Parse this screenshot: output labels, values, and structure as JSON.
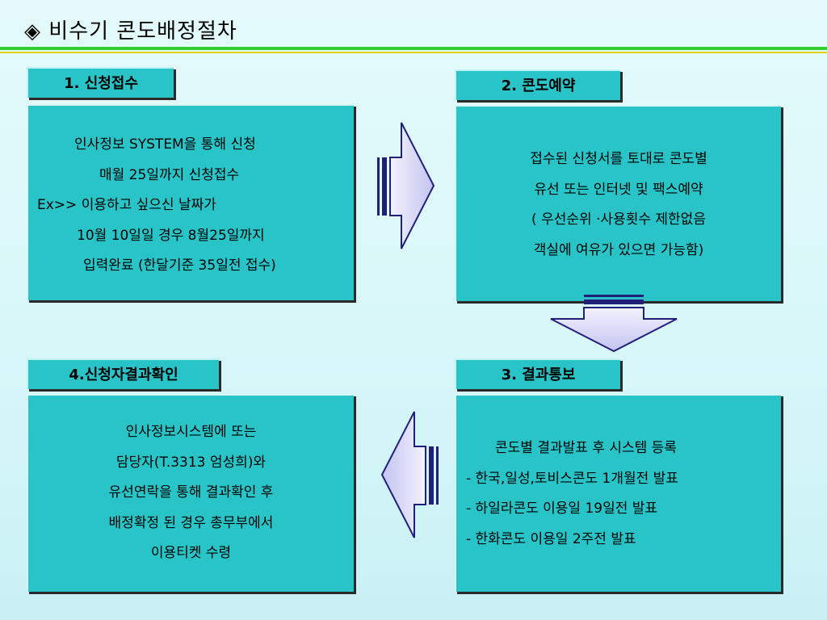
{
  "slide": {
    "title": "◈ 비수기 콘도배정절차"
  },
  "steps": [
    {
      "label": "1. 신청접수",
      "lines": [
        "인사정보 SYSTEM을 통해 신청",
        "매월 25일까지 신청접수",
        "Ex>> 이용하고 싶으신 날짜가",
        "10월 10일일 경우 8월25일까지",
        "입력완료 (한달기준 35일전 접수)"
      ]
    },
    {
      "label": "2. 콘도예약",
      "lines": [
        "접수된 신청서를 토대로 콘도별",
        "유선 또는 인터넷 및 팩스예약",
        "( 우선순위 ·사용횟수 제한없음",
        "객실에 여유가 있으면 가능함)"
      ]
    },
    {
      "label": "3. 결과통보",
      "lines": [
        "콘도별  결과발표 후 시스템 등록",
        "- 한국,일성,토비스콘도 1개월전 발표",
        "- 하일라콘도 이용일 19일전 발표",
        "- 한화콘도 이용일 2주전 발표"
      ]
    },
    {
      "label": "4.신청자결과확인",
      "lines": [
        "인사정보시스템에 또는",
        "담당자(T.3313 엄성희)와",
        "유선연락을 통해 결과확인 후",
        "배정확정 된 경우 총무부에서",
        "이용티켓 수령"
      ]
    }
  ],
  "colors": {
    "box_fill": "#29c4c8",
    "arrow_fill": "#c8c8f4",
    "rule_green": "#33cc33",
    "rule_yellow": "#e6d000"
  },
  "icons": {
    "arrow_1_to_2": "right-arrow",
    "arrow_2_to_3": "down-arrow",
    "arrow_3_to_4": "left-arrow"
  }
}
